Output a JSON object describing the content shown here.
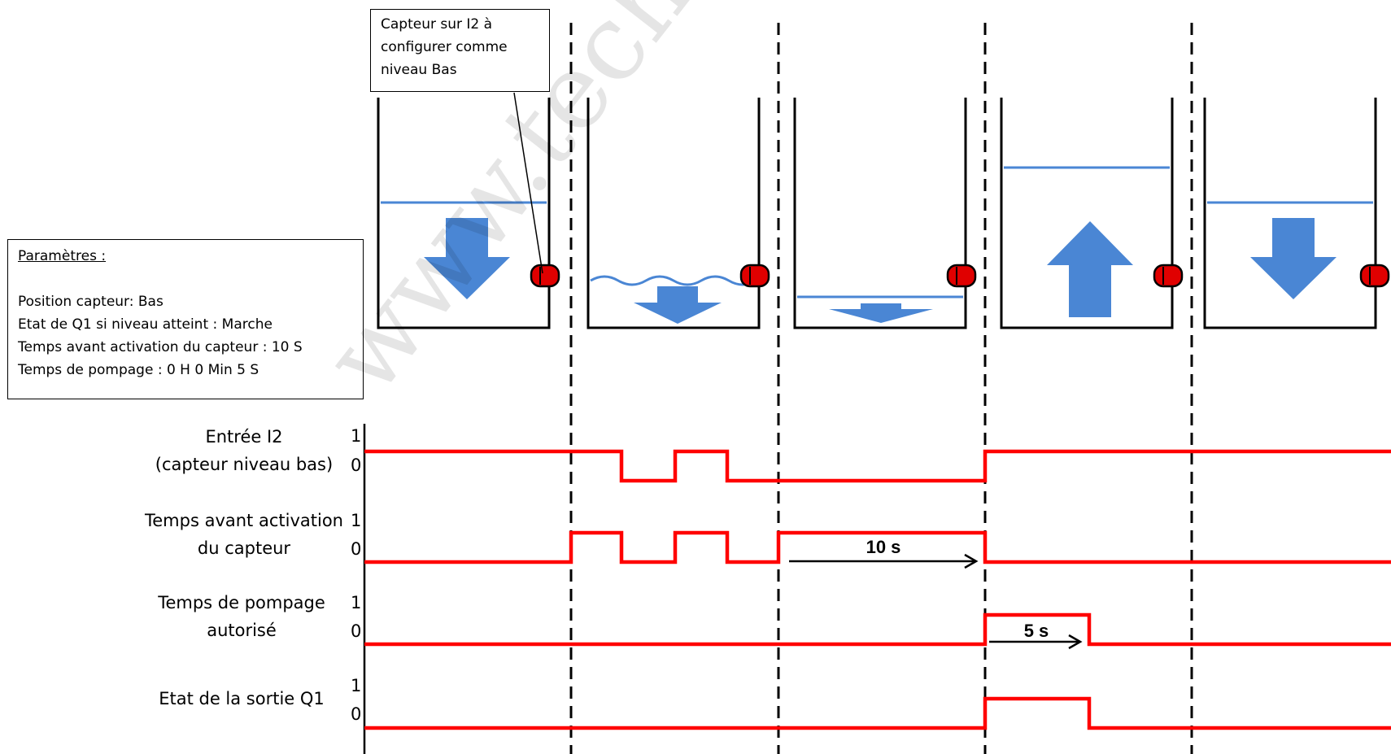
{
  "callout": {
    "lines": [
      "Capteur sur I2 à",
      "configurer comme",
      "niveau Bas"
    ]
  },
  "params": {
    "title": "Paramètres :",
    "lines": [
      "Position capteur:  Bas",
      "Etat de Q1 si niveau atteint : Marche",
      "Temps  avant activation du capteur : 10 S",
      "Temps de pompage : 0 H 0 Min 5 S"
    ]
  },
  "signals": [
    {
      "label": [
        "Entrée I2",
        "(capteur niveau bas)"
      ],
      "high": "1",
      "low": "0"
    },
    {
      "label": [
        "Temps avant activation",
        "du capteur"
      ],
      "high": "1",
      "low": "0"
    },
    {
      "label": [
        "Temps de pompage",
        "autorisé"
      ],
      "high": "1",
      "low": "0"
    },
    {
      "label": [
        "Etat de la sortie Q1"
      ],
      "high": "1",
      "low": "0"
    }
  ],
  "annotations": {
    "delay": "10 s",
    "pump": "5 s"
  },
  "watermark": "www.technic-achat.com",
  "colors": {
    "signal": "#ff0000",
    "water": "#4a86d4",
    "sensor": "#e00000"
  }
}
